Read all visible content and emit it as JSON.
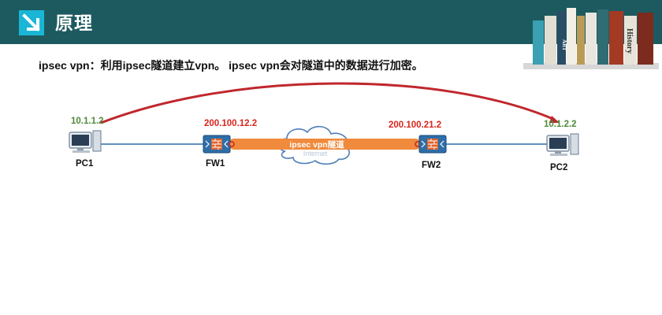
{
  "header": {
    "title": "原理",
    "books": [
      "ART",
      "History"
    ]
  },
  "description": "ipsec vpn：利用ipsec隧道建立vpn。 ipsec vpn会对隧道中的数据进行加密。",
  "diagram": {
    "pc1": {
      "label": "PC1",
      "ip": "10.1.1.2"
    },
    "fw1": {
      "label": "FW1",
      "ip": "200.100.12.2"
    },
    "tunnel": {
      "label": "ipsec vpn隧道",
      "cloud_label": "Internet"
    },
    "fw2": {
      "label": "FW2",
      "ip": "200.100.21.2"
    },
    "pc2": {
      "label": "PC2",
      "ip": "10.1.2.2"
    }
  },
  "colors": {
    "header_bg": "#1d5a5f",
    "accent": "#1ab6d6",
    "tunnel": "#f08a3c",
    "arc": "#c0272d",
    "link": "#2a6fa8",
    "pc_ip": "#4f8a3a",
    "fw_ip": "#d9261c"
  }
}
